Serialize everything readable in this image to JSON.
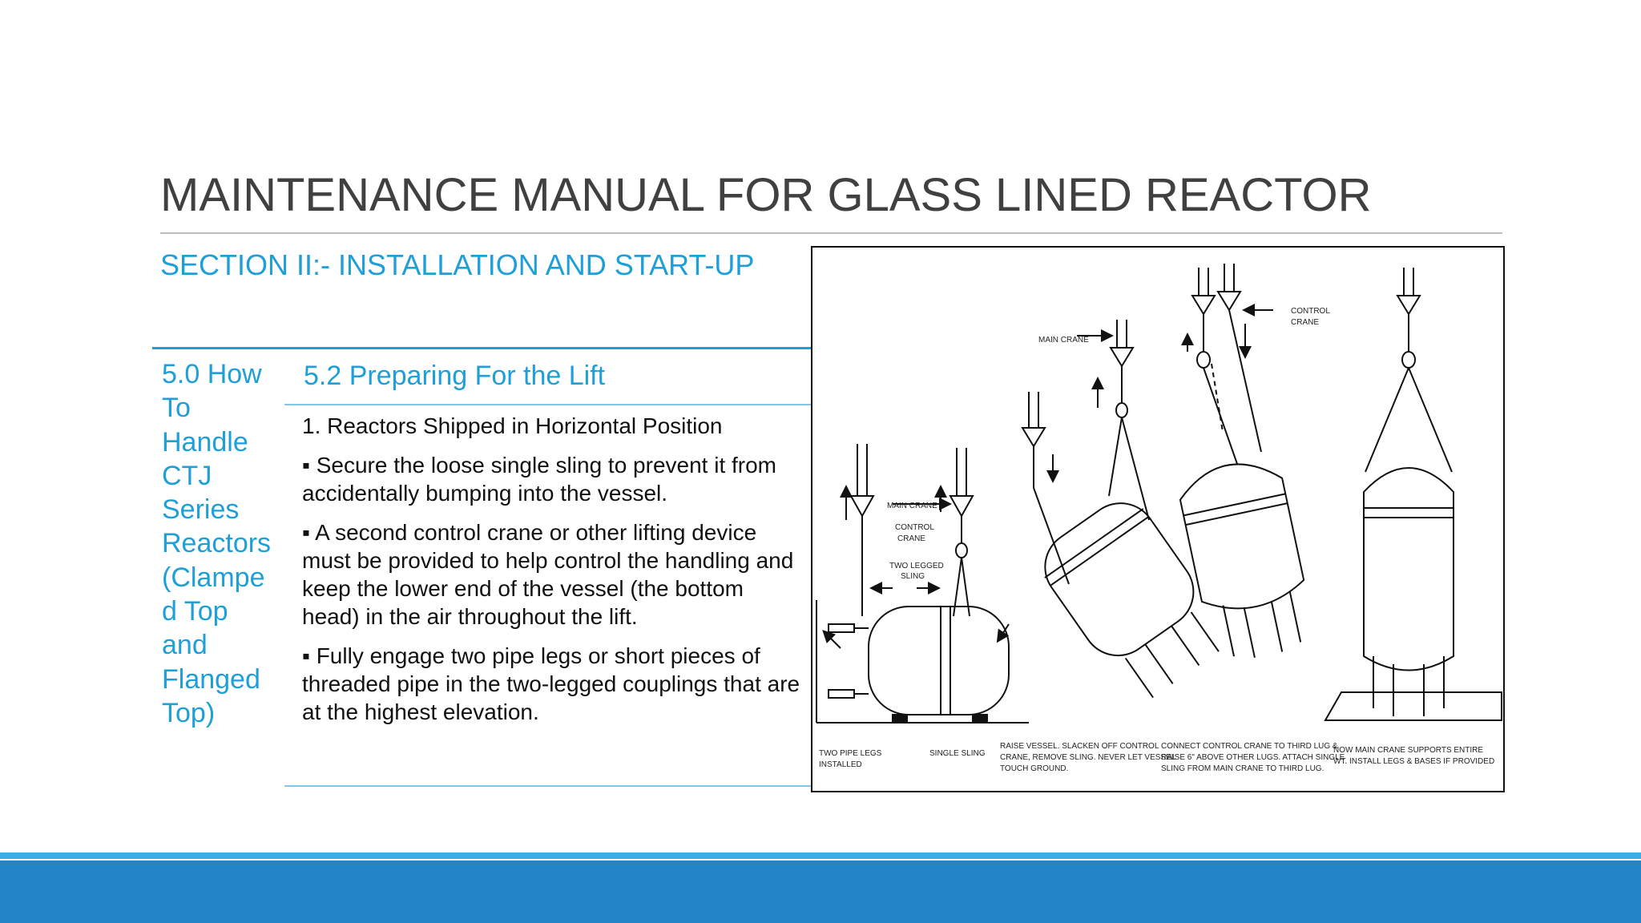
{
  "slide": {
    "title": "MAINTENANCE MANUAL FOR GLASS LINED REACTOR",
    "section": "SECTION II:- INSTALLATION AND START-UP",
    "side_heading": [
      "5.0 How",
      "To",
      "Handle",
      "CTJ",
      "Series",
      "Reactors",
      "(Clampe",
      "d Top",
      "and",
      "Flanged",
      "Top)"
    ],
    "sub_heading": "5.2 Preparing For the Lift",
    "paragraphs": [
      "1. Reactors Shipped in Horizontal Position",
      "▪ Secure the loose single sling to prevent it from accidentally bumping into the vessel.",
      "▪ A second control crane or other lifting device must be provided to help control the handling and keep the lower end of the vessel (the bottom head) in the air throughout the lift.",
      "▪ Fully engage two pipe legs or short pieces of threaded pipe in the two-legged couplings that are at the highest elevation."
    ]
  },
  "figure": {
    "labels": {
      "main_crane_1": "MAIN CRANE",
      "control_crane_1": "CONTROL",
      "control_crane_1b": "CRANE",
      "two_legged_1": "TWO LEGGED",
      "two_legged_1b": "SLING",
      "main_crane_2": "MAIN CRANE",
      "control_crane_2": "CONTROL",
      "control_crane_2b": "CRANE"
    },
    "captions": {
      "c1a": "TWO PIPE LEGS",
      "c1b": "INSTALLED",
      "c1c": "SINGLE SLING",
      "c2a": "RAISE VESSEL.   SLACKEN OFF CONTROL",
      "c2b": "CRANE, REMOVE SLING. NEVER LET VESSEL",
      "c2c": "TOUCH GROUND.",
      "c3a": "CONNECT CONTROL CRANE TO THIRD LUG &",
      "c3b": "RAISE 6\" ABOVE OTHER LUGS. ATTACH SINGLE",
      "c3c": "SLING FROM MAIN CRANE TO THIRD LUG.",
      "c4a": "NOW MAIN CRANE SUPPORTS ENTIRE",
      "c4b": "WT. INSTALL LEGS & BASES IF PROVIDED"
    }
  }
}
